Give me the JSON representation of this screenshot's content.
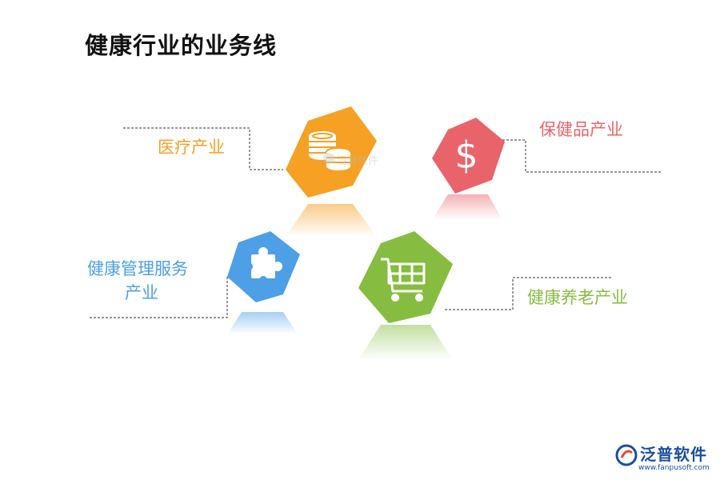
{
  "page": {
    "title": "健康行业的业务线"
  },
  "business_lines": [
    {
      "id": "medical",
      "label": "医疗产业",
      "color": "#f6a024",
      "icon": "coins-icon"
    },
    {
      "id": "health_products",
      "label": "保健品产业",
      "color": "#e8646a",
      "icon": "dollar-icon"
    },
    {
      "id": "health_mgmt",
      "label_line1": "健康管理服务",
      "label_line2": "产业",
      "color": "#4d9fe6",
      "icon": "puzzle-icon"
    },
    {
      "id": "elderly",
      "label": "健康养老产业",
      "color": "#86bd40",
      "icon": "shopping-cart-icon"
    }
  ],
  "watermark": {
    "text": "泛普软件"
  },
  "logo": {
    "name": "泛普软件",
    "url": "www.fanpusoft.com",
    "color": "#1a4f9c"
  }
}
